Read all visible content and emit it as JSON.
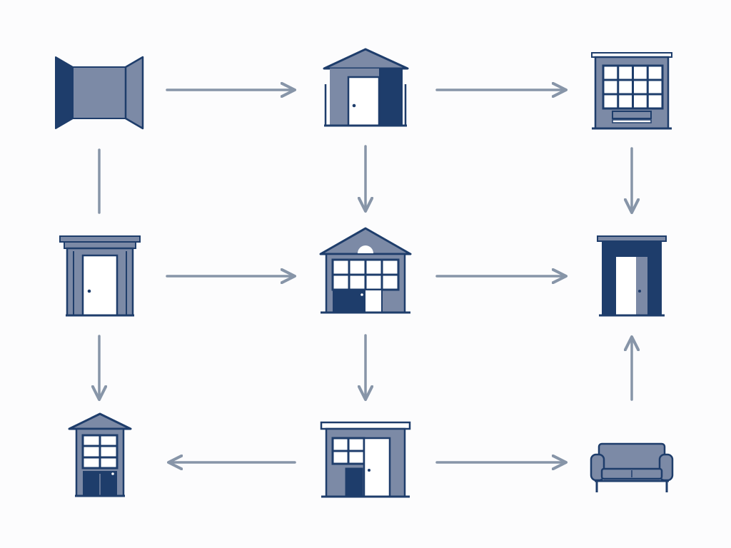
{
  "colors": {
    "background": "#fcfcfd",
    "navy": "#1e3d6b",
    "slate": "#7c8aa6",
    "arrow": "#8795a8",
    "white": "#ffffff"
  },
  "nodes": [
    {
      "id": "open-doorway",
      "icon": "open-doorway-icon"
    },
    {
      "id": "gabled-house-with-door",
      "icon": "gabled-house-door-icon"
    },
    {
      "id": "window-building-with-bench",
      "icon": "window-building-bench-icon"
    },
    {
      "id": "door-frame-with-columns",
      "icon": "columned-door-frame-icon"
    },
    {
      "id": "house-with-windows",
      "icon": "house-windows-icon"
    },
    {
      "id": "dark-doorway",
      "icon": "dark-doorway-icon"
    },
    {
      "id": "small-house-with-windows",
      "icon": "small-house-windows-icon"
    },
    {
      "id": "storefront",
      "icon": "storefront-icon"
    },
    {
      "id": "sofa",
      "icon": "sofa-icon"
    }
  ],
  "edges": [
    {
      "from": "open-doorway",
      "to": "gabled-house-with-door",
      "arrowhead": true
    },
    {
      "from": "gabled-house-with-door",
      "to": "window-building-with-bench",
      "arrowhead": true
    },
    {
      "from": "open-doorway",
      "to": "door-frame-with-columns",
      "arrowhead": false
    },
    {
      "from": "gabled-house-with-door",
      "to": "house-with-windows",
      "arrowhead": true
    },
    {
      "from": "window-building-with-bench",
      "to": "dark-doorway",
      "arrowhead": true
    },
    {
      "from": "door-frame-with-columns",
      "to": "house-with-windows",
      "arrowhead": true
    },
    {
      "from": "house-with-windows",
      "to": "dark-doorway",
      "arrowhead": true
    },
    {
      "from": "door-frame-with-columns",
      "to": "small-house-with-windows",
      "arrowhead": true
    },
    {
      "from": "house-with-windows",
      "to": "storefront",
      "arrowhead": true
    },
    {
      "from": "sofa",
      "to": "dark-doorway",
      "arrowhead": true
    },
    {
      "from": "storefront",
      "to": "small-house-with-windows",
      "arrowhead": true
    },
    {
      "from": "storefront",
      "to": "sofa",
      "arrowhead": true
    }
  ]
}
